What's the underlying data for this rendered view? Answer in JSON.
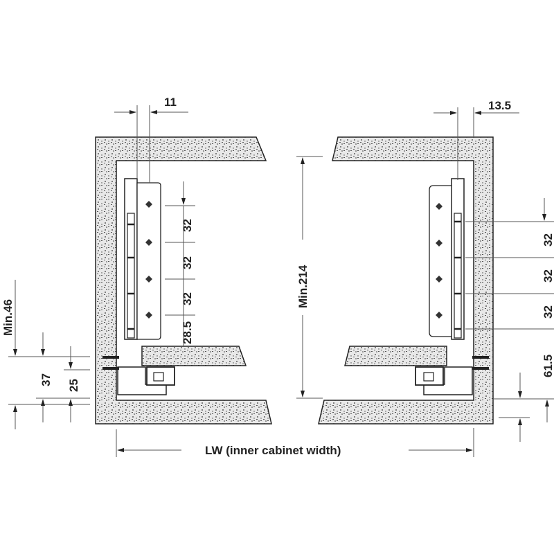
{
  "diagram": {
    "type": "technical-drawing",
    "subject": "drawer runner installation cross-section",
    "colors": {
      "line": "#222222",
      "hatch_fill": "#e6e6e6",
      "background": "#ffffff",
      "guide": "#888888"
    },
    "left": {
      "top_dim": "11",
      "hole_spacing": [
        "32",
        "32",
        "32",
        "28.5"
      ],
      "side_dims": {
        "min_height": "Min.46",
        "a": "37",
        "b": "25"
      }
    },
    "right": {
      "top_dim": "13.5",
      "hole_spacing": [
        "32",
        "32",
        "32",
        "61.5"
      ]
    },
    "center": {
      "height": "Min.214"
    },
    "bottom": {
      "width_label": "LW (inner cabinet width)"
    }
  }
}
